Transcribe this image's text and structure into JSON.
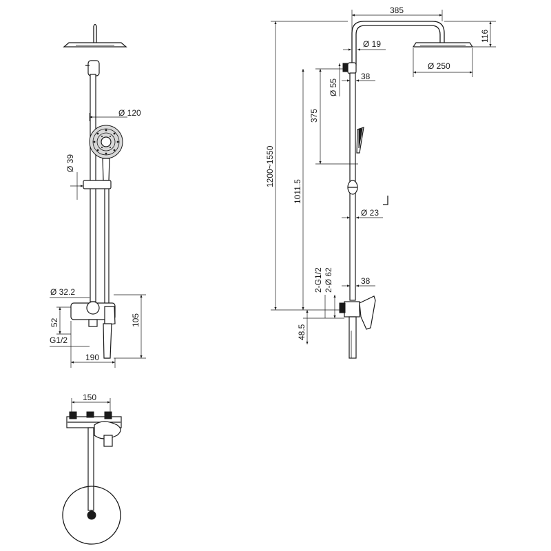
{
  "colors": {
    "line": "#1a1a1a",
    "background": "#ffffff",
    "accent_green": "#3cb043"
  },
  "front_view": {
    "dim_diameter_hand_shower": "Ø 120",
    "dim_diameter_slider": "Ø 39",
    "dim_diameter_inlet": "Ø 32.2",
    "dim_height_52": "52",
    "dim_thread": "G1/2",
    "dim_width_190": "190",
    "dim_height_105": "105"
  },
  "top_view": {
    "dim_width_150": "150"
  },
  "side_view": {
    "dim_reach_385": "385",
    "dim_head_height_116": "116",
    "dim_diameter_arm_19": "Ø 19",
    "dim_diameter_head_250": "Ø 250",
    "dim_38_upper": "38",
    "dim_diameter_55": "Ø 55",
    "dim_375": "375",
    "dim_total_height": "1200~1550",
    "dim_1011_5": "1011.5",
    "dim_diameter_pipe_23": "Ø 23",
    "dim_thread_2g": "2-G1/2",
    "dim_diameter_62": "2-Ø 62",
    "dim_38_lower": "38",
    "dim_48_5": "48.5"
  }
}
